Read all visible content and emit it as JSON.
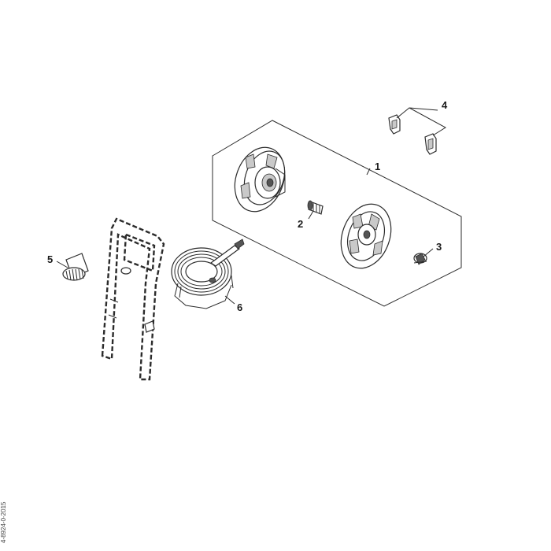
{
  "diagram": {
    "callouts": [
      {
        "id": "1",
        "label": "1"
      },
      {
        "id": "2",
        "label": "2"
      },
      {
        "id": "3",
        "label": "3"
      },
      {
        "id": "4",
        "label": "4"
      },
      {
        "id": "5",
        "label": "5"
      },
      {
        "id": "6",
        "label": "6"
      }
    ],
    "document_code": "4-8924-0-2015"
  },
  "colors": {
    "line": "#2b2b2b",
    "shading": "#c9c9c9",
    "background": "#ffffff"
  }
}
